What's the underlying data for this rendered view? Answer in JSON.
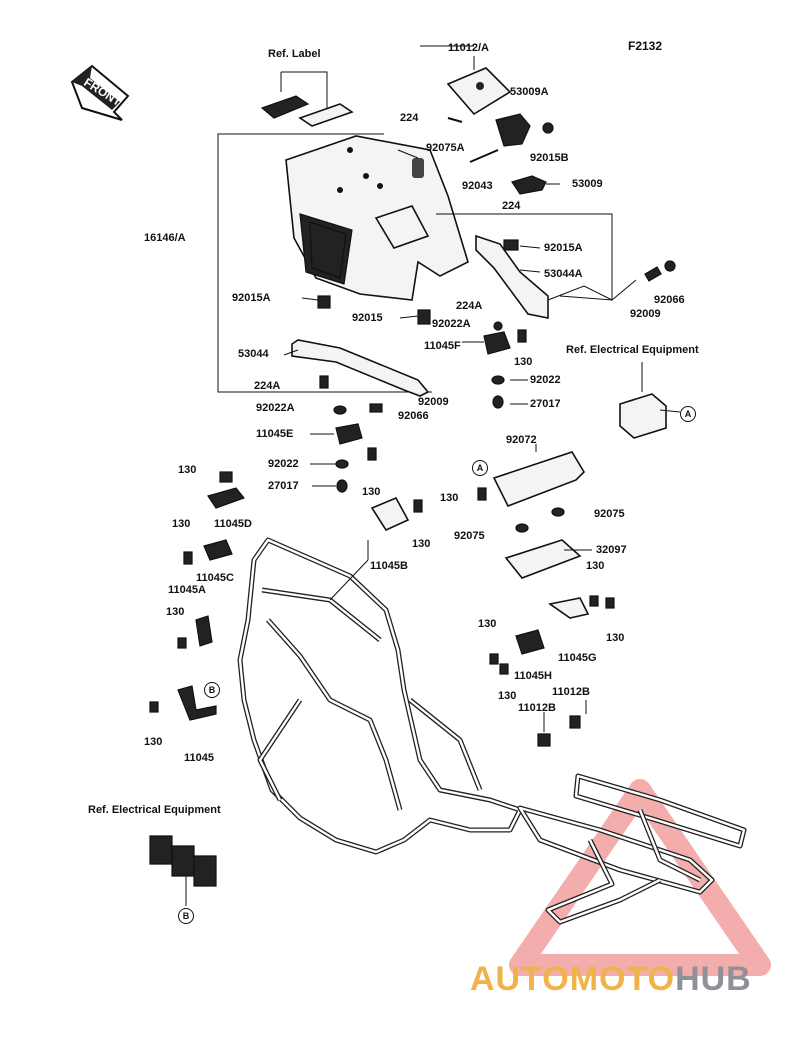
{
  "diagram": {
    "code": "F2132",
    "front_label": "FRONT",
    "ref_label": "Ref. Label",
    "ref_electrical_top": "Ref. Electrical Equipment",
    "ref_electrical_bottom": "Ref. Electrical Equipment",
    "marker_a": "A",
    "marker_b": "B"
  },
  "parts": {
    "p11012A": "11012/A",
    "p53009A": "53009A",
    "p224_top": "224",
    "p92075A": "92075A",
    "p92015B": "92015B",
    "p92043": "92043",
    "p224_mid": "224",
    "p53009": "53009",
    "p16146A": "16146/A",
    "p92015A_right": "92015A",
    "p53044A": "53044A",
    "p92066_right": "92066",
    "p224A_right": "224A",
    "p92009_right": "92009",
    "p92015A_left": "92015A",
    "p92015": "92015",
    "p92022A_right": "92022A",
    "p11045F": "11045F",
    "p130_f": "130",
    "p53044": "53044",
    "p92022_right": "92022",
    "p27017_right": "27017",
    "p224A_left": "224A",
    "p92009_left": "92009",
    "p92022A_left": "92022A",
    "p92066_left": "92066",
    "p11045E": "11045E",
    "p92022_left": "92022",
    "p27017_left": "27017",
    "p130_e": "130",
    "p92072": "92072",
    "p130_d": "130",
    "p11045D": "11045D",
    "p130_b": "130",
    "p11045B": "11045B",
    "p130_92072": "130",
    "p92075_right": "92075",
    "p92075_left": "92075",
    "p32097": "32097",
    "p130_c": "130",
    "p11045C": "11045C",
    "p11045A": "11045A",
    "p130_a": "130",
    "p130_g1": "130",
    "p130_g2": "130",
    "p11045G": "11045G",
    "p130_h1": "130",
    "p11045H": "11045H",
    "p130_h2": "130",
    "p11012B_right": "11012B",
    "p11012B_left": "11012B",
    "p130_11045": "130",
    "p11045": "11045"
  },
  "watermark": {
    "part1": "AUTOMOTO",
    "part2": "HUB",
    "color1": "#f1b24a",
    "color2": "#8f9196"
  }
}
